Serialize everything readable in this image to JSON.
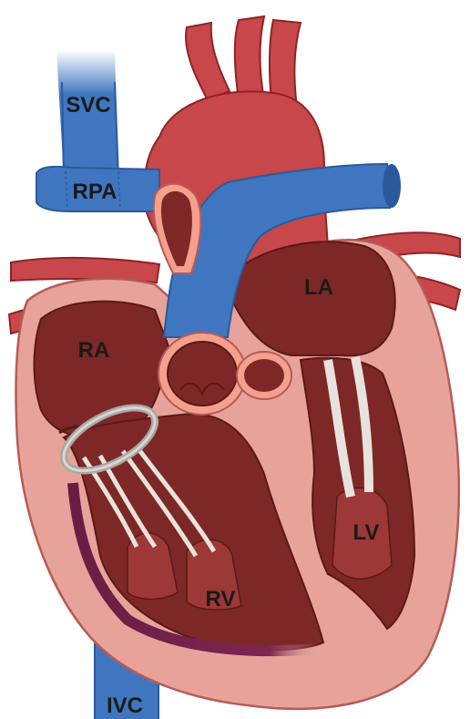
{
  "labels": {
    "svc": "SVC",
    "rpa": "RPA",
    "la": "LA",
    "ra": "RA",
    "lv": "LV",
    "rv": "RV",
    "ivc": "IVC"
  },
  "colors": {
    "vein_blue": "#3f76bf",
    "vein_dark": "#2b5a9c",
    "artery_red": "#c8474a",
    "artery_dark": "#8e2326",
    "muscle": "#e7a39a",
    "muscle_dark": "#b65a57",
    "chamber": "#7d2826",
    "chamber_dark": "#5a1917",
    "tendon": "#e8e2de",
    "valve_ring": "#f5a08c",
    "bruise": "#6a1d44"
  }
}
